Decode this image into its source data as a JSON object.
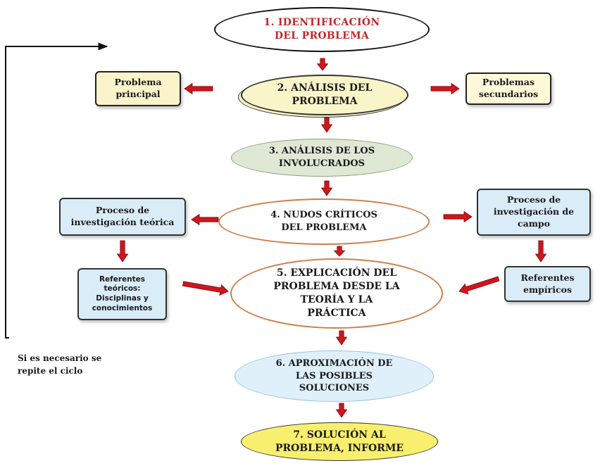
{
  "steps": [
    {
      "id": "step-1",
      "label": "1. IDENTIFICACIÓN\nDEL PROBLEMA"
    },
    {
      "id": "step-2",
      "label": "2. ANÁLISIS DEL\nPROBLEMA"
    },
    {
      "id": "step-3",
      "label": "3. ANÁLISIS DE LOS\nINVOLUCRADOS"
    },
    {
      "id": "step-4",
      "label": "4. NUDOS CRÍTICOS\nDEL PROBLEMA"
    },
    {
      "id": "step-5",
      "label": "5. EXPLICACIÓN DEL\nPROBLEMA DESDE LA\nTEORÍA Y LA\nPRÁCTICA"
    },
    {
      "id": "step-6",
      "label": "6. APROXIMACIÓN DE\nLAS POSIBLES\nSOLUCIONES"
    },
    {
      "id": "step-7",
      "label": "7. SOLUCIÓN AL\nPROBLEMA, INFORME"
    }
  ],
  "side_boxes": {
    "problema_principal": "Problema\nprincipal",
    "problemas_secundarios": "Problemas\nsecundarios",
    "proceso_teorica": "Proceso de\ninvestigación teórica",
    "referentes_teoricos": "Referentes\nteóricos:\nDisciplinas y\nconocimientos",
    "proceso_campo": "Proceso de\ninvestigación de\ncampo",
    "referentes_empiricos": "Referentes\nempíricos"
  },
  "cycle_note": {
    "line1": "Si es necesario se",
    "line2": "repite el ciclo"
  },
  "colors": {
    "arrow": "#d0151d",
    "arrow_outline": "#7a0a0e",
    "cycle_line": "#111111",
    "step1_text": "#c0272d"
  }
}
